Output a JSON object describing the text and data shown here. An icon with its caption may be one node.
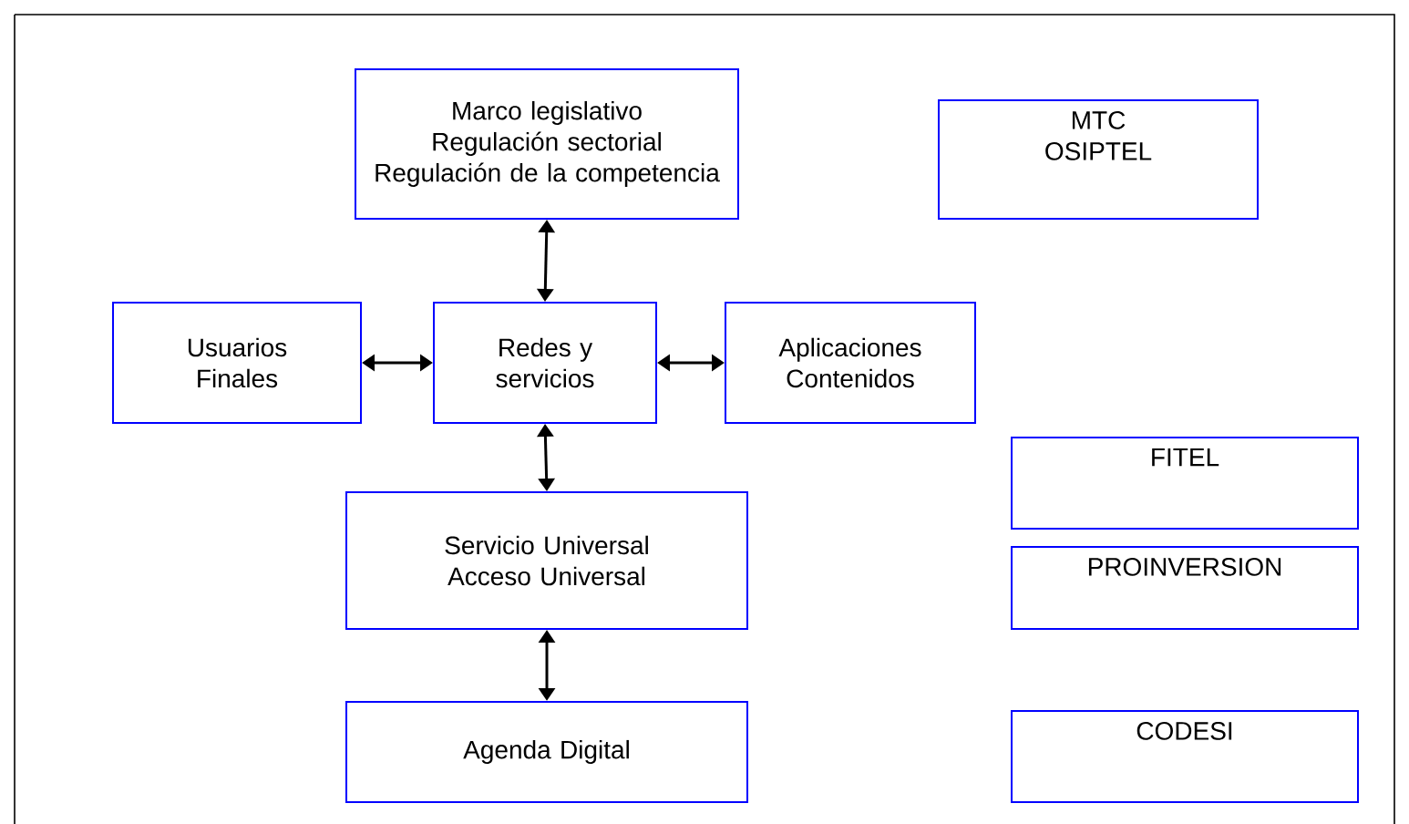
{
  "diagram": {
    "nodes": [
      {
        "text": [
          "Marco legislativo",
          "Regulación sectorial",
          "Regulación de la competencia"
        ]
      },
      {
        "text": [
          "MTC",
          "OSIPTEL"
        ]
      },
      {
        "text": [
          "Usuarios Finales"
        ]
      },
      {
        "text": [
          "Redes y servicios"
        ]
      },
      {
        "text": [
          "Aplicaciones",
          "Contenidos"
        ]
      },
      {
        "text": [
          "FITEL"
        ]
      },
      {
        "text": [
          "Servicio Universal",
          "Acceso Universal"
        ]
      },
      {
        "text": [
          "PROINVERSION"
        ]
      },
      {
        "text": [
          "Agenda Digital"
        ]
      },
      {
        "text": [
          "CODESI"
        ]
      }
    ],
    "edges": [
      {
        "from": 0,
        "to": 3,
        "arrow": "both"
      },
      {
        "from": 2,
        "to": 3,
        "arrow": "both"
      },
      {
        "from": 3,
        "to": 4,
        "arrow": "both"
      },
      {
        "from": 3,
        "to": 6,
        "arrow": "both"
      },
      {
        "from": 6,
        "to": 8,
        "arrow": "both"
      }
    ]
  }
}
